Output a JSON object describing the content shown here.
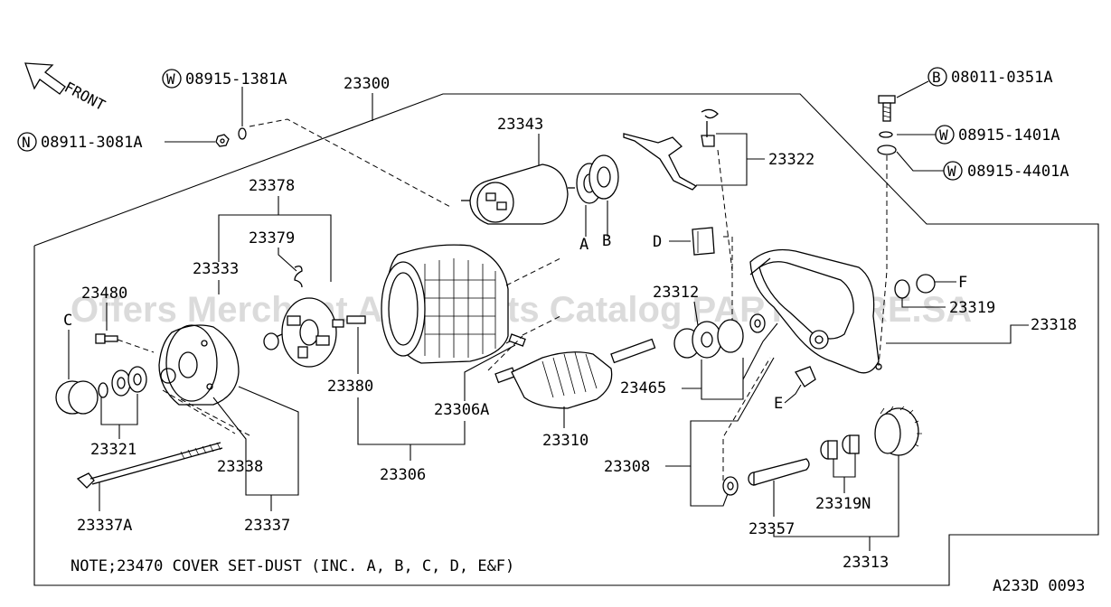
{
  "diagram": {
    "front_label": "FRONT",
    "watermark": "Offers Merchant Auto Parts Catalog PARTSTORE.SA",
    "note": "NOTE;23470 COVER SET-DUST (INC. A, B, C, D, E&F)",
    "ref_code": "A233D 0093",
    "callouts": {
      "c_08915_1381A": {
        "prefix": "W",
        "number": "08915-1381A"
      },
      "c_08911_3081A": {
        "prefix": "N",
        "number": "08911-3081A"
      },
      "c_08011_0351A": {
        "prefix": "B",
        "number": "08011-0351A"
      },
      "c_08915_1401A": {
        "prefix": "W",
        "number": "08915-1401A"
      },
      "c_08915_4401A": {
        "prefix": "W",
        "number": "08915-4401A"
      }
    },
    "parts": {
      "p23300": "23300",
      "p23343": "23343",
      "p23322": "23322",
      "p23378": "23378",
      "p23379": "23379",
      "p23333": "23333",
      "p23480": "23480",
      "p23312": "23312",
      "p23319": "23319",
      "p23318": "23318",
      "p23465": "23465",
      "p23380": "23380",
      "p23306A": "23306A",
      "p23310": "23310",
      "p23306": "23306",
      "p23321": "23321",
      "p23338": "23338",
      "p23337": "23337",
      "p23337A": "23337A",
      "p23308": "23308",
      "p23357": "23357",
      "p23319N": "23319N",
      "p23313": "23313"
    },
    "letters": {
      "A": "A",
      "B": "B",
      "C": "C",
      "D": "D",
      "E": "E",
      "F": "F"
    }
  }
}
